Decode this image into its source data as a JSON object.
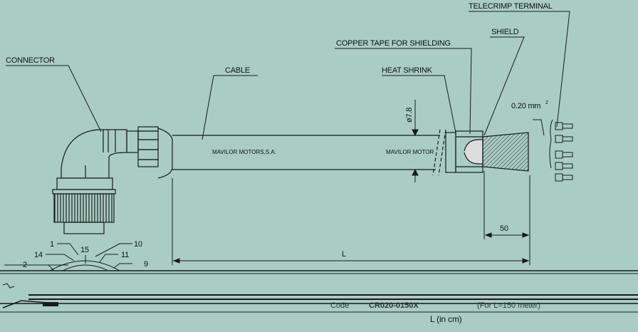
{
  "labels": {
    "connector": "CONNECTOR",
    "cable": "CABLE",
    "copper_tape": "COPPER TAPE FOR SHIELDING",
    "shield": "SHIELD",
    "heat_shrink": "HEAT SHRINK",
    "telecrimp_terminal": "TELECRIMP TERMINAL"
  },
  "cable_print": {
    "left": "MAVILOR  MOTORS,S.A.",
    "right": "MAVILOR  MOTOR"
  },
  "dimensions": {
    "diameter": "ø7.8",
    "wire_section": "0.20 mm",
    "wire_section_exp": "2",
    "strip_length": "50",
    "length": "L"
  },
  "pins": {
    "p1": "1",
    "p14": "14",
    "p15": "15",
    "p10": "10",
    "p11": "11",
    "p2": "2",
    "p9": "9"
  },
  "code_line": {
    "label": "Code",
    "code": "CR020-0150X",
    "note": "(For L=150 meter)"
  },
  "l_in_cm": "L (in cm)",
  "colors": {
    "background": "#a9cdc3",
    "line": "#1a1a1a"
  }
}
